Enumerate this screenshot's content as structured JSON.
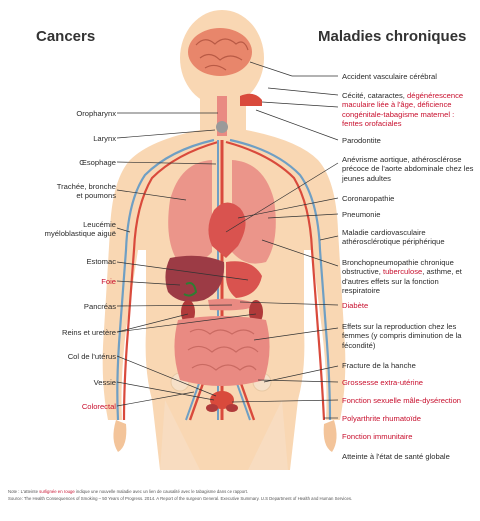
{
  "headings": {
    "left": "Cancers",
    "right": "Maladies chroniques"
  },
  "left_labels": [
    {
      "id": "oropharynx",
      "text": "Oropharynx",
      "highlight": false
    },
    {
      "id": "larynx",
      "text": "Larynx",
      "highlight": false
    },
    {
      "id": "oesophage",
      "text": "Œsophage",
      "highlight": false
    },
    {
      "id": "trachee",
      "text": "Trachée, bronche\net poumons",
      "highlight": false
    },
    {
      "id": "leucemie",
      "text": "Leucémie\nmyéloblastique aiguë",
      "highlight": false
    },
    {
      "id": "estomac",
      "text": "Estomac",
      "highlight": false
    },
    {
      "id": "foie",
      "text": "Foie",
      "highlight": true
    },
    {
      "id": "pancreas",
      "text": "Pancréas",
      "highlight": false
    },
    {
      "id": "reins",
      "text": "Reins et uretère",
      "highlight": false
    },
    {
      "id": "col",
      "text": "Col de l'utérus",
      "highlight": false
    },
    {
      "id": "vessie",
      "text": "Vessie",
      "highlight": false
    },
    {
      "id": "colorectal",
      "text": "Colorectal",
      "highlight": true
    }
  ],
  "right_labels": {
    "avc": "Accident vasculaire cérébral",
    "cecite_1": "Cécité, cataractes, ",
    "cecite_2": "dégénérescence maculaire liée à l'âge, déficience congénitale-tabagisme maternel : fentes orofaciales",
    "parodontite": "Parodontite",
    "anevrisme": "Anévrisme aortique, athérosclérose précoce de l'aorte abdominale chez les jeunes adultes",
    "coronaropathie": "Coronaropathie",
    "pneumonie": "Pneumonie",
    "maladie_cardio": "Maladie cardiovasculaire athérosclérotique périphérique",
    "bpco_1": "Bronchopneumopathie chronique obstructive, ",
    "bpco_2": "tuberculose",
    "bpco_3": ", asthme, et d'autres effets sur la fonction respiratoire",
    "diabete": "Diabète",
    "reproduction": "Effets sur la reproduction chez les femmes (y compris diminution de la fécondité)",
    "hanche": "Fracture de la hanche",
    "grossesse": "Grossesse extra-utérine",
    "fonction_sexuelle": "Fonction sexuelle mâle-dysérection",
    "polyarthrite": "Polyarthrite rhumatoïde",
    "immunitaire": "Fonction immunitaire",
    "etat_sante": "Atteinte à l'état de santé globale"
  },
  "footnote": {
    "line1_a": "Note : L'atteinte ",
    "line1_b": "surlignée en rouge",
    "line1_c": " indique une nouvelle maladie avec un lien de causalité avec le tabagisme dans ce rapport.",
    "line2": "Source: The Health Consequences of Smoking – 50 Years of Progress. 2014. A Report of the surgeon General. Executive Summary. U.S Department of Health and Human Services."
  },
  "colors": {
    "skin": "#f9d7b3",
    "skin_dark": "#f3c49a",
    "organ_red": "#d9534f",
    "organ_pink": "#e98a82",
    "liver": "#9c3b45",
    "vein_blue": "#6f9fc4",
    "artery_red": "#d94a3c",
    "highlight_red": "#c8102e",
    "leader_line": "#333333"
  }
}
